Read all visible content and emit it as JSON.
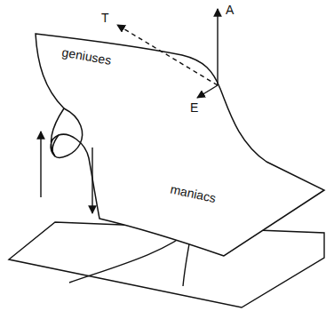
{
  "diagram": {
    "labels": [
      "T",
      "A",
      "geniuses",
      "E",
      "maniacs"
    ]
  }
}
